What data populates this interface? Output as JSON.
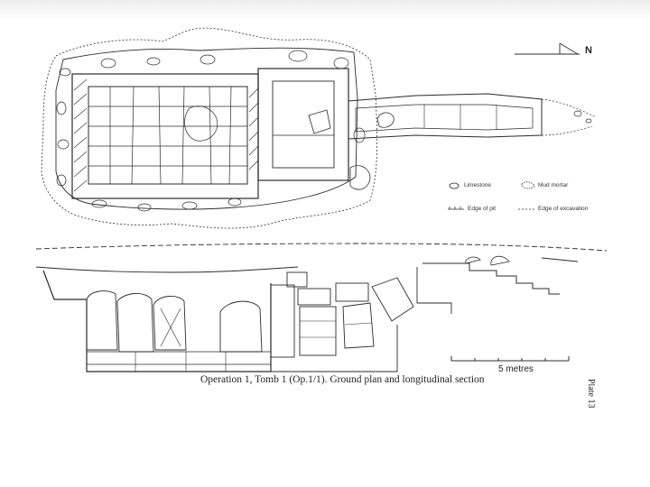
{
  "north_label": "N",
  "legend": {
    "limestone": "Limestone",
    "mud_mortar": "Mud mortar",
    "edge_of_pit": "Edge of pit",
    "edge_of_excavation": "Edge of excavation"
  },
  "scale_label": "5 metres",
  "caption": "Operation 1, Tomb 1 (Op.1/1). Ground plan and longitudinal section",
  "plate_label": "Plate 13",
  "colors": {
    "ink": "#2b2b2b",
    "paper": "#ffffff"
  }
}
